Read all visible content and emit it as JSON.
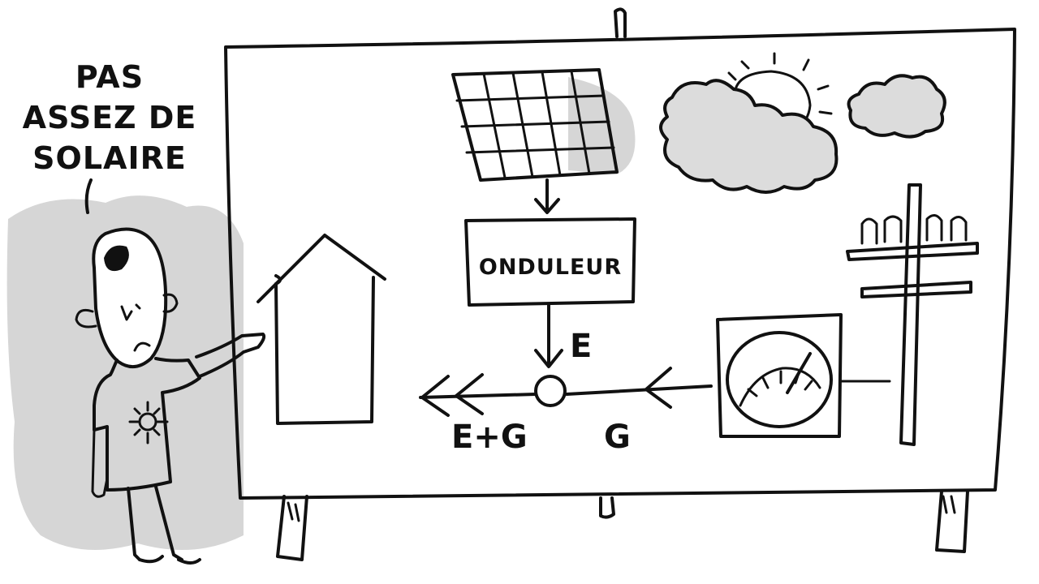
{
  "speech_bubble": {
    "lines": [
      "PAS",
      "ASSEZ DE",
      "SOLAIRE"
    ]
  },
  "diagram": {
    "inverter_label": "ONDULEUR",
    "solar_flow_label": "E",
    "combined_flow_label": "E+G",
    "grid_flow_label": "G"
  },
  "colors": {
    "ink": "#111111",
    "paper": "#ffffff",
    "wash": "#d6d6d6"
  },
  "icons": [
    "solar-panel-icon",
    "sun-icon",
    "cloud-icon",
    "house-icon",
    "utility-pole-icon",
    "meter-icon",
    "person-icon"
  ]
}
